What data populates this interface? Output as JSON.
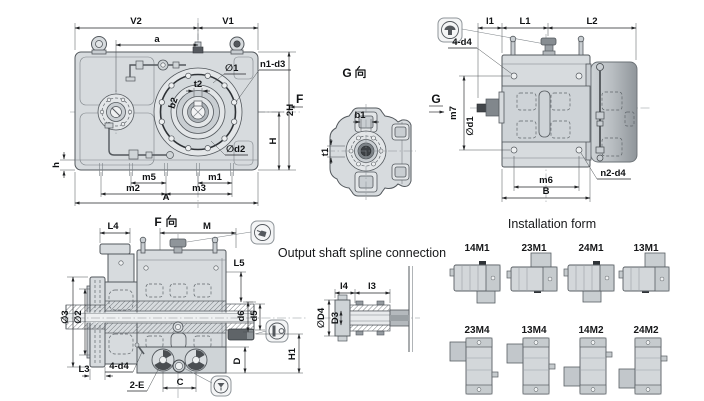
{
  "palette": {
    "body_fill": "#d7dbde",
    "outline": "#53585d",
    "dimension": "#232527",
    "background": "#ffffff"
  },
  "front_view": {
    "dims": {
      "V2": "V2",
      "V1": "V1",
      "a": "a",
      "t2": "t2",
      "b2": "b2",
      "phi1": "∅1",
      "n1_d3": "n1-d3",
      "phi_d2": "∅d2",
      "F": "F",
      "H2": "2H",
      "H": "H",
      "h": "h",
      "m5": "m5",
      "m1": "m1",
      "m2": "m2",
      "m3": "m3",
      "A": "A"
    }
  },
  "g_view": {
    "title": "G 向",
    "letter": "G",
    "cjk": "向",
    "dims": {
      "b1": "b1",
      "t1": "t1"
    }
  },
  "side_view": {
    "dims": {
      "l1": "l1",
      "L1": "L1",
      "L2": "L2",
      "holes_top": "4-d4",
      "G": "G",
      "m7": "m7",
      "phi_d1": "∅d1",
      "m6": "m6",
      "B": "B",
      "holes_bottom": "n2-d4"
    }
  },
  "f_view": {
    "title": "F 向",
    "letter": "F",
    "cjk": "向",
    "dims": {
      "L4": "L4",
      "M": "M",
      "L5": "L5",
      "phi3": "∅3",
      "phi2": "∅2",
      "d6": "d6",
      "d5": "d5",
      "L3": "L3",
      "holes": "4-d4",
      "E2": "2-E",
      "C": "C",
      "D": "D",
      "H1": "H1"
    }
  },
  "spline_view": {
    "title": "Output shaft spline connection",
    "dims": {
      "l4": "l4",
      "l3": "l3",
      "phi_D4": "∅D4",
      "D3": "D3"
    }
  },
  "installation": {
    "title": "Installation form",
    "items": [
      {
        "label": "14M1"
      },
      {
        "label": "23M1"
      },
      {
        "label": "24M1"
      },
      {
        "label": "13M1"
      },
      {
        "label": "23M4"
      },
      {
        "label": "13M4"
      },
      {
        "label": "14M2"
      },
      {
        "label": "24M2"
      }
    ]
  },
  "icons": {
    "breather": "breather-plug-icon",
    "oil_fill": "oil-fill-icon",
    "oil_level": "oil-level-icon",
    "oil_drain": "oil-drain-icon"
  }
}
